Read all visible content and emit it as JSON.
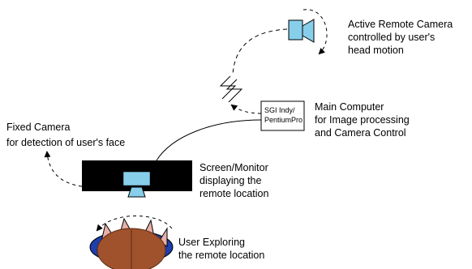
{
  "labels": {
    "remote_camera": [
      "Active Remote Camera",
      "controlled by user's",
      "head motion"
    ],
    "main_computer": [
      "Main Computer",
      "for Image processing",
      "and Camera Control"
    ],
    "computer_box": [
      "SGI Indy/",
      "PentiumPro"
    ],
    "fixed_camera": [
      "Fixed Camera",
      "for detection of user's face"
    ],
    "screen_monitor": [
      "Screen/Monitor",
      "displaying the",
      "remote location"
    ],
    "user": [
      "User Exploring",
      "the remote location"
    ]
  },
  "colors": {
    "camera_blue": "#87ceeb",
    "monitor_black": "#000000",
    "head_brown": "#a0522d",
    "head_outline": "#5a2a10",
    "ring_blue": "#1e3fae",
    "ear_pink": "#e8b0a8",
    "line": "#000000"
  },
  "icons": [
    "camera-icon",
    "lightning-icon",
    "monitor-icon",
    "user-head-icon"
  ]
}
